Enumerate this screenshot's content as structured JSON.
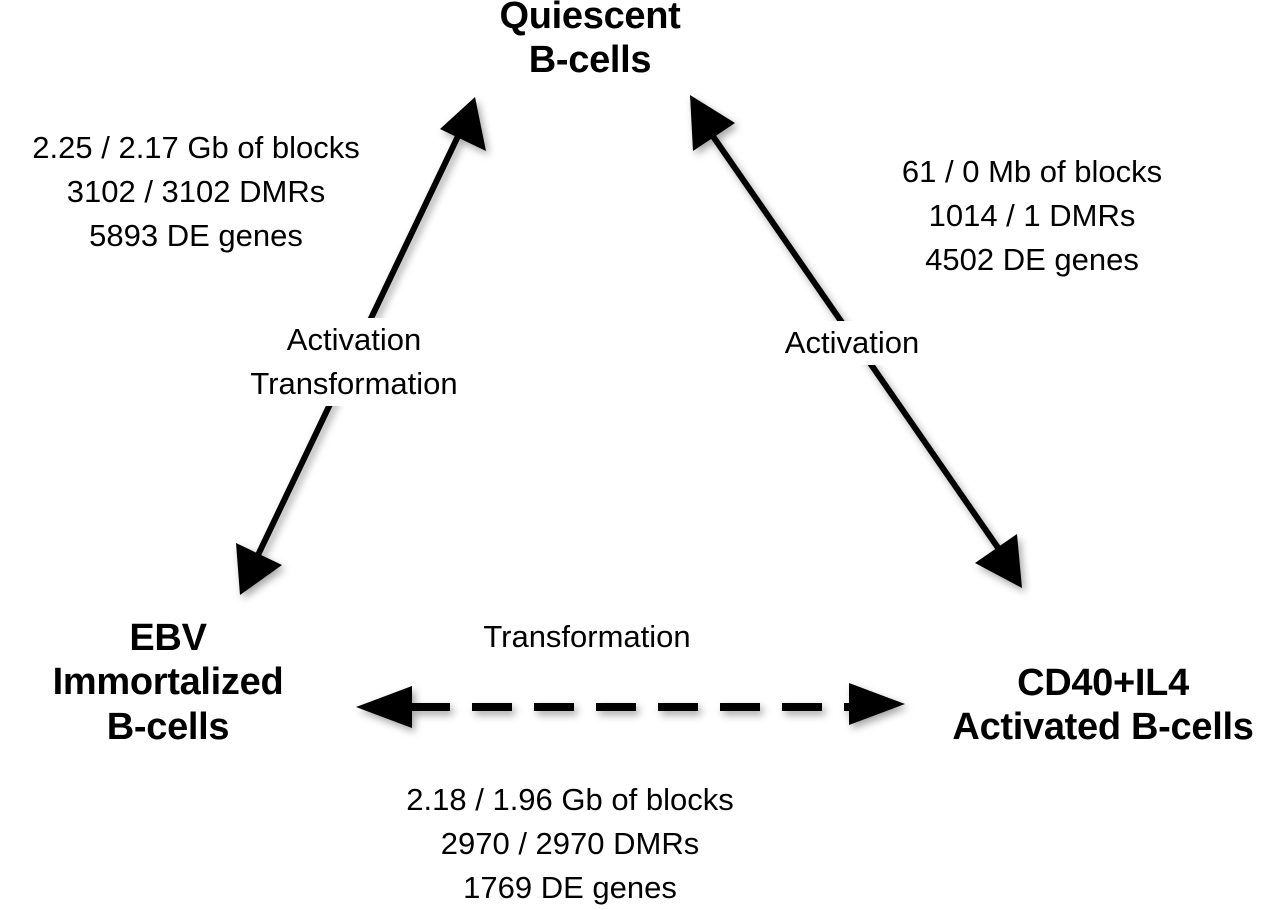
{
  "nodes": {
    "quiescent": [
      "Quiescent",
      "B-cells"
    ],
    "ebv": [
      "EBV",
      "Immortalized",
      "B-cells"
    ],
    "cd40": [
      "CD40+IL4",
      "Activated B-cells"
    ]
  },
  "edges": {
    "quiescent_ebv": {
      "labels": [
        "Activation",
        "Transformation"
      ],
      "stats": [
        "2.25 / 2.17 Gb of blocks",
        "3102 / 3102 DMRs",
        "5893 DE genes"
      ]
    },
    "quiescent_cd40": {
      "labels": [
        "Activation"
      ],
      "stats": [
        "61 / 0 Mb of blocks",
        "1014 / 1 DMRs",
        "4502 DE genes"
      ]
    },
    "ebv_cd40": {
      "labels": [
        "Transformation"
      ],
      "stats": [
        "2.18 / 1.96 Gb of blocks",
        "2970 / 2970 DMRs",
        "1769 DE genes"
      ],
      "style": "dashed"
    }
  },
  "colors": {
    "arrow": "#000000",
    "background": "#ffffff"
  }
}
